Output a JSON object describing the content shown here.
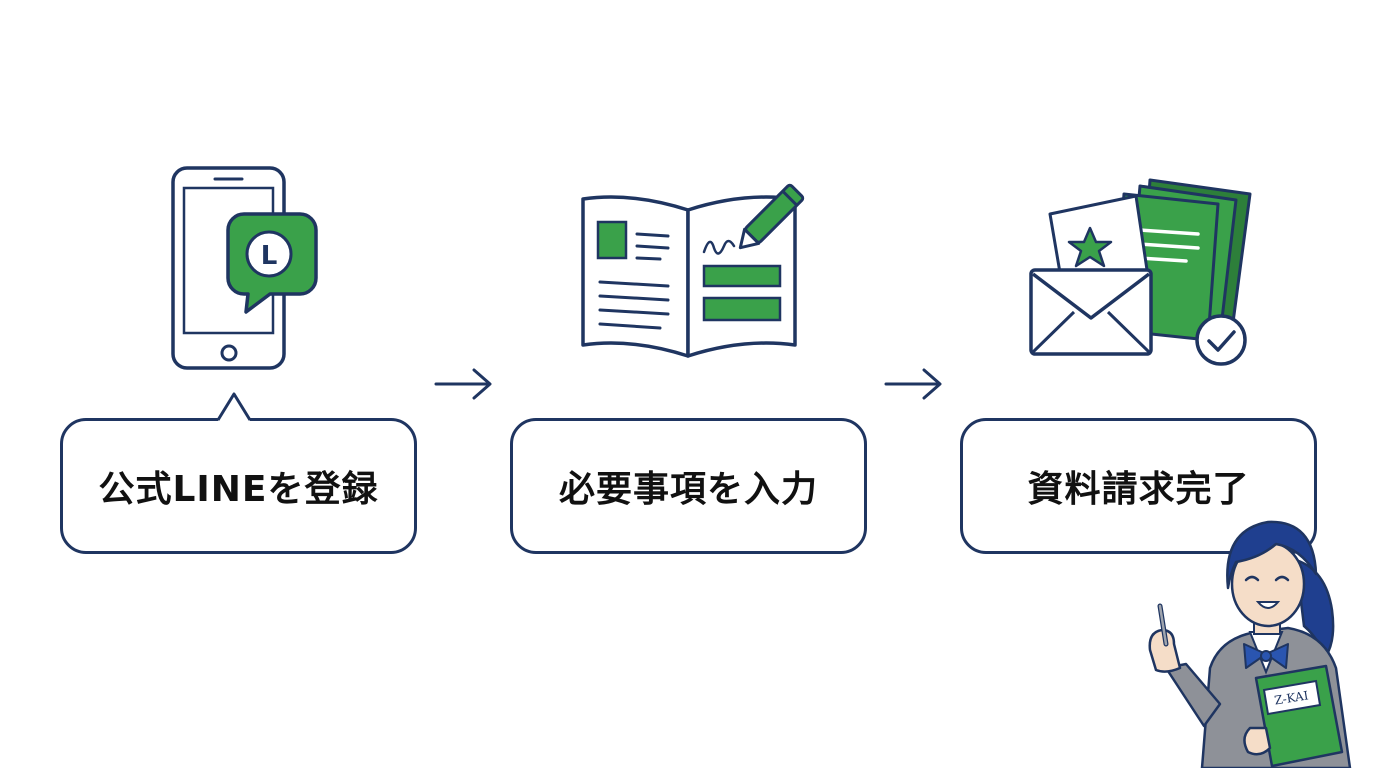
{
  "steps": [
    {
      "label": "公式LINEを登録",
      "icon": "smartphone-line-icon"
    },
    {
      "label": "必要事項を入力",
      "icon": "form-book-pencil-icon"
    },
    {
      "label": "資料請求完了",
      "icon": "envelope-documents-check-icon"
    }
  ],
  "line_badge_letter": "L",
  "student": {
    "book_label": "Z-KAI"
  },
  "colors": {
    "navy": "#1f3561",
    "green": "#3aa14a",
    "dark_green": "#2d7f3a",
    "blue": "#2a55b0"
  }
}
